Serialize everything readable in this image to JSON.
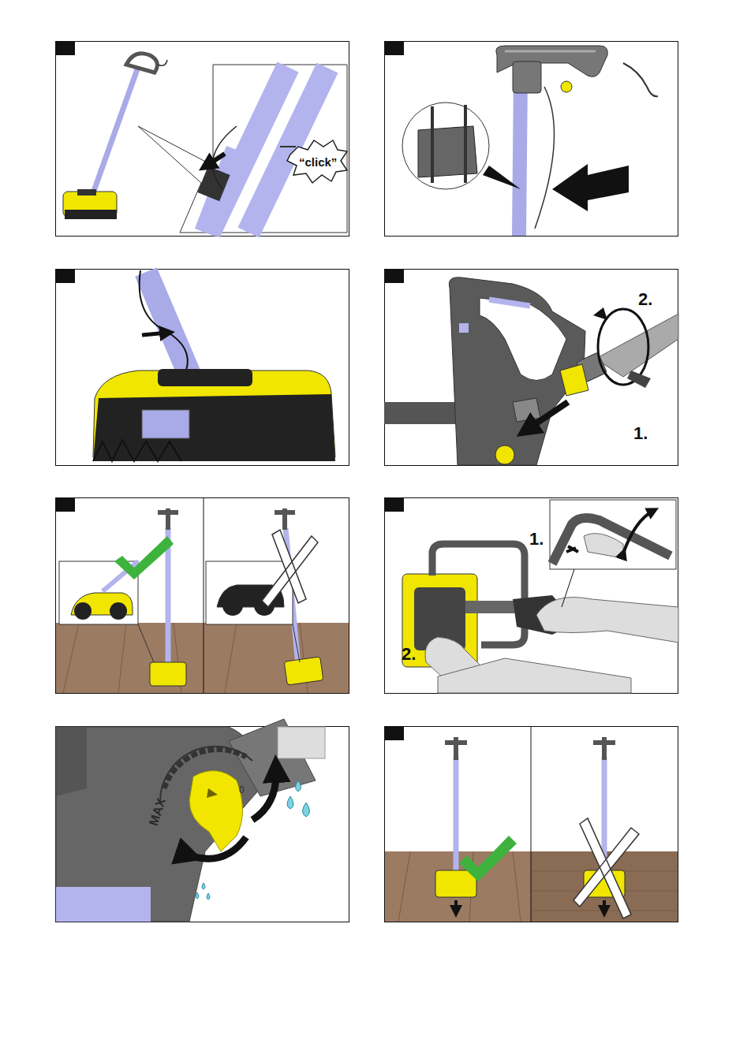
{
  "diagram": {
    "labels": [
      "“click”",
      "2.",
      "1.",
      "1.",
      "2.",
      "MAX",
      "0"
    ]
  }
}
